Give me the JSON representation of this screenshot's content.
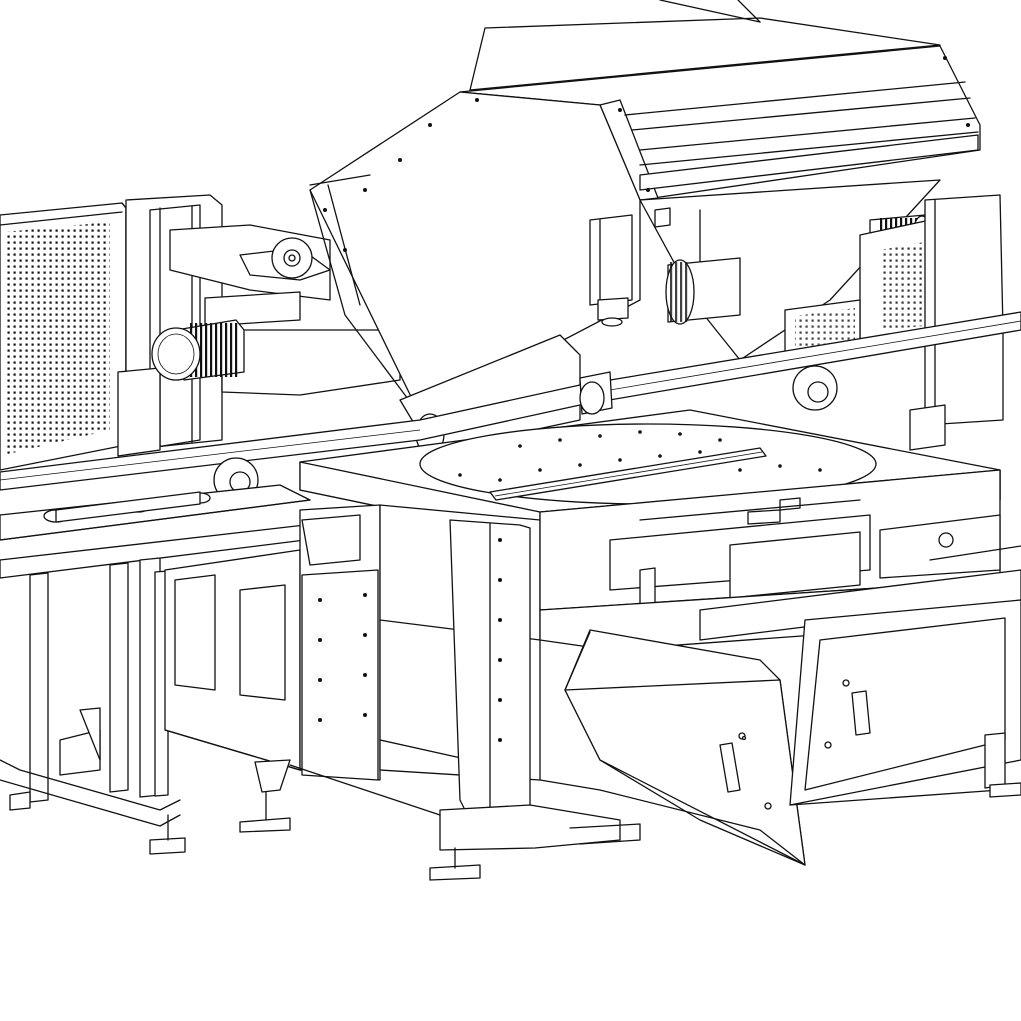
{
  "drawing": {
    "style": "black line art on white",
    "colors": {
      "line": "#111111",
      "background": "#ffffff"
    },
    "components": [
      "perforated-guard-panel",
      "roller-conveyor",
      "rotary-turntable",
      "saw-head-housing",
      "base-frame",
      "tilted-door-panel",
      "electrical-cabinet",
      "guide-rail",
      "gear-motor",
      "leveling-feet"
    ]
  }
}
